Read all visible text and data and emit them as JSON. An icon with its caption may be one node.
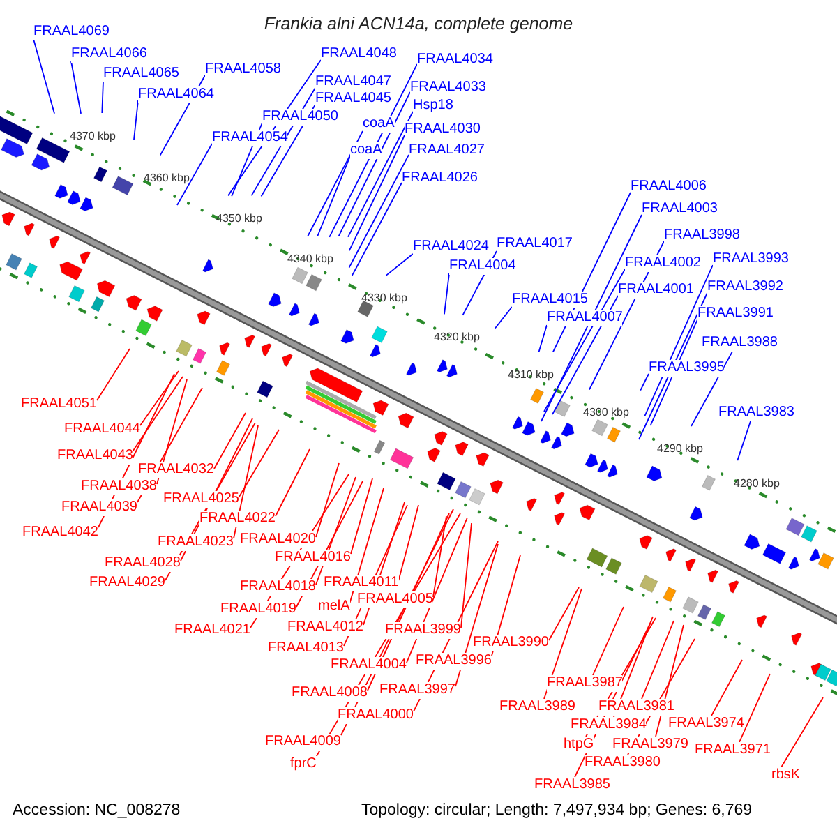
{
  "diagram": {
    "title": "Frankia alni ACN14a, complete genome",
    "nodes": [
      {
        "text": [
          "FRAAL4069"
        ]
      },
      {
        "text": [
          "FRAAL4066"
        ]
      },
      {
        "text": [
          "FRAAL4065"
        ]
      },
      {
        "text": [
          "FRAAL4064"
        ]
      },
      {
        "text": [
          "FRAAL4058"
        ]
      },
      {
        "text": [
          "FRAAL4048"
        ]
      },
      {
        "text": [
          "FRAAL4047"
        ]
      },
      {
        "text": [
          "FRAAL4045"
        ]
      },
      {
        "text": [
          "FRAAL4050"
        ]
      },
      {
        "text": [
          "FRAAL4054"
        ]
      },
      {
        "text": [
          "FRAAL4034"
        ]
      },
      {
        "text": [
          "FRAAL4033"
        ]
      },
      {
        "text": [
          "Hsp18"
        ]
      },
      {
        "text": [
          "coaA"
        ]
      },
      {
        "text": [
          "FRAAL4030"
        ]
      },
      {
        "text": [
          "coaA"
        ]
      },
      {
        "text": [
          "FRAAL4027"
        ]
      },
      {
        "text": [
          "FRAAL4026"
        ]
      },
      {
        "text": [
          "FRAAL4024"
        ]
      },
      {
        "text": [
          "FRAAL4017"
        ]
      },
      {
        "text": [
          "FRAL4004"
        ]
      },
      {
        "text": [
          "FRAAL4015"
        ]
      },
      {
        "text": [
          "FRAAL4007"
        ]
      },
      {
        "text": [
          "FRAAL4006"
        ]
      },
      {
        "text": [
          "FRAAL4003"
        ]
      },
      {
        "text": [
          "FRAAL3998"
        ]
      },
      {
        "text": [
          "FRAAL4002"
        ]
      },
      {
        "text": [
          "FRAAL4001"
        ]
      },
      {
        "text": [
          "FRAAL3993"
        ]
      },
      {
        "text": [
          "FRAAL3992"
        ]
      },
      {
        "text": [
          "FRAAL3991"
        ]
      },
      {
        "text": [
          "FRAAL3988"
        ]
      },
      {
        "text": [
          "FRAAL3995"
        ]
      },
      {
        "text": [
          "FRAAL3983"
        ]
      },
      {
        "text": [
          "FRAAL4051"
        ]
      },
      {
        "text": [
          "FRAAL4044"
        ]
      },
      {
        "text": [
          "FRAAL4043"
        ]
      },
      {
        "text": [
          "FRAAL4032"
        ]
      },
      {
        "text": [
          "FRAAL4038"
        ]
      },
      {
        "text": [
          "FRAAL4039"
        ]
      },
      {
        "text": [
          "FRAAL4025"
        ]
      },
      {
        "text": [
          "FRAAL4042"
        ]
      },
      {
        "text": [
          "FRAAL4022"
        ]
      },
      {
        "text": [
          "FRAAL4023"
        ]
      },
      {
        "text": [
          "FRAAL4020"
        ]
      },
      {
        "text": [
          "FRAAL4028"
        ]
      },
      {
        "text": [
          "FRAAL4016"
        ]
      },
      {
        "text": [
          "FRAAL4029"
        ]
      },
      {
        "text": [
          "FRAAL4018"
        ]
      },
      {
        "text": [
          "FRAAL4011"
        ]
      },
      {
        "text": [
          "FRAAL4019"
        ]
      },
      {
        "text": [
          "melA"
        ]
      },
      {
        "text": [
          "FRAAL4005"
        ]
      },
      {
        "text": [
          "FRAAL4021"
        ]
      },
      {
        "text": [
          "FRAAL4012"
        ]
      },
      {
        "text": [
          "FRAAL3999"
        ]
      },
      {
        "text": [
          "FRAAL4013"
        ]
      },
      {
        "text": [
          "FRAAL3990"
        ]
      },
      {
        "text": [
          "FRAAL4004"
        ]
      },
      {
        "text": [
          "FRAAL3996"
        ]
      },
      {
        "text": [
          "FRAAL4008"
        ]
      },
      {
        "text": [
          "FRAAL3997"
        ]
      },
      {
        "text": [
          "FRAAL3987"
        ]
      },
      {
        "text": [
          "FRAAL3989"
        ]
      },
      {
        "text": [
          "FRAAL3981"
        ]
      },
      {
        "text": [
          "FRAAL4000"
        ]
      },
      {
        "text": [
          "FRAAL3984"
        ]
      },
      {
        "text": [
          "FRAAL3974"
        ]
      },
      {
        "text": [
          "htpG"
        ]
      },
      {
        "text": [
          "FRAAL3979"
        ]
      },
      {
        "text": [
          "FRAAL3971"
        ]
      },
      {
        "text": [
          "FRAAL4009"
        ]
      },
      {
        "text": [
          "FRAAL3980"
        ]
      },
      {
        "text": [
          "rbsK"
        ]
      },
      {
        "text": [
          "fprC"
        ]
      },
      {
        "text": [
          "FRAAL3985"
        ]
      }
    ],
    "edges": [
      {
        "from": 0,
        "to": null,
        "arrow": "none",
        "color": "#0000ff"
      },
      {
        "from": 1,
        "to": null,
        "arrow": "none",
        "color": "#0000ff"
      },
      {
        "from": 2,
        "to": null,
        "arrow": "none",
        "color": "#0000ff"
      },
      {
        "from": 3,
        "to": null,
        "arrow": "none",
        "color": "#0000ff"
      },
      {
        "from": 4,
        "to": null,
        "arrow": "none",
        "color": "#0000ff"
      },
      {
        "from": 5,
        "to": null,
        "arrow": "none",
        "color": "#0000ff"
      },
      {
        "from": 6,
        "to": null,
        "arrow": "none",
        "color": "#0000ff"
      },
      {
        "from": 7,
        "to": null,
        "arrow": "none",
        "color": "#0000ff"
      },
      {
        "from": 8,
        "to": null,
        "arrow": "none",
        "color": "#0000ff"
      },
      {
        "from": 9,
        "to": null,
        "arrow": "none",
        "color": "#0000ff"
      },
      {
        "from": 10,
        "to": null,
        "arrow": "none",
        "color": "#0000ff"
      },
      {
        "from": 11,
        "to": null,
        "arrow": "none",
        "color": "#0000ff"
      },
      {
        "from": 12,
        "to": null,
        "arrow": "none",
        "color": "#0000ff"
      },
      {
        "from": 13,
        "to": null,
        "arrow": "none",
        "color": "#0000ff"
      },
      {
        "from": 14,
        "to": null,
        "arrow": "none",
        "color": "#0000ff"
      },
      {
        "from": 15,
        "to": null,
        "arrow": "none",
        "color": "#0000ff"
      },
      {
        "from": 16,
        "to": null,
        "arrow": "none",
        "color": "#0000ff"
      },
      {
        "from": 17,
        "to": null,
        "arrow": "none",
        "color": "#0000ff"
      },
      {
        "from": 18,
        "to": null,
        "arrow": "none",
        "color": "#0000ff"
      },
      {
        "from": 19,
        "to": null,
        "arrow": "none",
        "color": "#0000ff"
      },
      {
        "from": 20,
        "to": null,
        "arrow": "none",
        "color": "#0000ff"
      },
      {
        "from": 21,
        "to": null,
        "arrow": "none",
        "color": "#0000ff"
      },
      {
        "from": 22,
        "to": null,
        "arrow": "none",
        "color": "#0000ff"
      },
      {
        "from": 23,
        "to": null,
        "arrow": "none",
        "color": "#0000ff"
      },
      {
        "from": 24,
        "to": null,
        "arrow": "none",
        "color": "#0000ff"
      },
      {
        "from": 25,
        "to": null,
        "arrow": "none",
        "color": "#0000ff"
      },
      {
        "from": 26,
        "to": null,
        "arrow": "none",
        "color": "#0000ff"
      },
      {
        "from": 27,
        "to": null,
        "arrow": "none",
        "color": "#0000ff"
      },
      {
        "from": 28,
        "to": null,
        "arrow": "none",
        "color": "#0000ff"
      },
      {
        "from": 29,
        "to": null,
        "arrow": "none",
        "color": "#0000ff"
      },
      {
        "from": 30,
        "to": null,
        "arrow": "none",
        "color": "#0000ff"
      },
      {
        "from": 31,
        "to": null,
        "arrow": "none",
        "color": "#0000ff"
      },
      {
        "from": 32,
        "to": null,
        "arrow": "none",
        "color": "#0000ff"
      },
      {
        "from": 33,
        "to": null,
        "arrow": "none",
        "color": "#0000ff"
      },
      {
        "from": 34,
        "to": null,
        "arrow": "none"
      },
      {
        "from": 35,
        "to": null,
        "arrow": "none"
      },
      {
        "from": 36,
        "to": null,
        "arrow": "none"
      },
      {
        "from": 37,
        "to": null,
        "arrow": "none"
      },
      {
        "from": 38,
        "to": null,
        "arrow": "none"
      },
      {
        "from": 39,
        "to": null,
        "arrow": "none"
      },
      {
        "from": 40,
        "to": null,
        "arrow": "none"
      },
      {
        "from": 41,
        "to": null,
        "arrow": "none"
      },
      {
        "from": 42,
        "to": null,
        "arrow": "none"
      },
      {
        "from": 43,
        "to": null,
        "arrow": "none"
      },
      {
        "from": 44,
        "to": null,
        "arrow": "none"
      },
      {
        "from": 45,
        "to": null,
        "arrow": "none"
      },
      {
        "from": 46,
        "to": null,
        "arrow": "none"
      },
      {
        "from": 47,
        "to": null,
        "arrow": "none"
      },
      {
        "from": 48,
        "to": null,
        "arrow": "none"
      },
      {
        "from": 49,
        "to": null,
        "arrow": "none"
      },
      {
        "from": 50,
        "to": null,
        "arrow": "none"
      },
      {
        "from": 51,
        "to": null,
        "arrow": "none"
      },
      {
        "from": 52,
        "to": null,
        "arrow": "none"
      },
      {
        "from": 53,
        "to": null,
        "arrow": "none"
      },
      {
        "from": 54,
        "to": null,
        "arrow": "none"
      },
      {
        "from": 55,
        "to": null,
        "arrow": "none"
      },
      {
        "from": 56,
        "to": null,
        "arrow": "none"
      },
      {
        "from": 57,
        "to": null,
        "arrow": "none"
      },
      {
        "from": 58,
        "to": null,
        "arrow": "none"
      },
      {
        "from": 59,
        "to": null,
        "arrow": "none"
      },
      {
        "from": 60,
        "to": null,
        "arrow": "none"
      },
      {
        "from": 61,
        "to": null,
        "arrow": "none"
      },
      {
        "from": 62,
        "to": null,
        "arrow": "none"
      },
      {
        "from": 63,
        "to": null,
        "arrow": "none"
      },
      {
        "from": 64,
        "to": null,
        "arrow": "none"
      },
      {
        "from": 65,
        "to": null,
        "arrow": "none"
      },
      {
        "from": 66,
        "to": null,
        "arrow": "none"
      },
      {
        "from": 67,
        "to": null,
        "arrow": "none"
      },
      {
        "from": 68,
        "to": null,
        "arrow": "none"
      },
      {
        "from": 69,
        "to": null,
        "arrow": "none"
      },
      {
        "from": 70,
        "to": null,
        "arrow": "none"
      },
      {
        "from": 71,
        "to": null,
        "arrow": "none"
      },
      {
        "from": 72,
        "to": null,
        "arrow": "none"
      },
      {
        "from": 73,
        "to": null,
        "arrow": "none"
      },
      {
        "from": 74,
        "to": null,
        "arrow": "none"
      },
      {
        "from": 75,
        "to": null,
        "arrow": "none"
      }
    ],
    "labels": [
      "4370 kbp",
      "4360 kbp",
      "4350 kbp",
      "4340 kbp",
      "4330 kbp",
      "4320 kbp",
      "4310 kbp",
      "4300 kbp",
      "4290 kbp",
      "4280 kbp",
      "Accession: NC_008278",
      "Topology: circular; Length: 7,497,934 bp; Genes: 6,769"
    ]
  }
}
